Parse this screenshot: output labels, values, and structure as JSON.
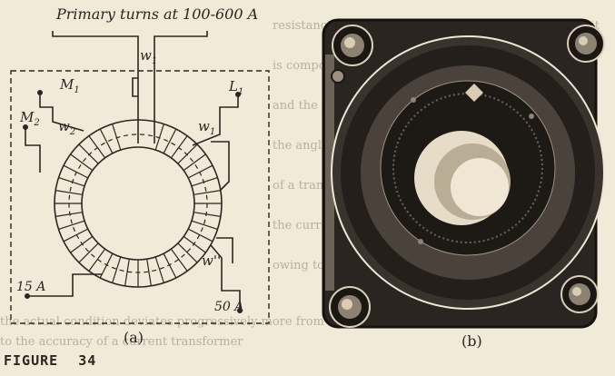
{
  "figure": {
    "label": "FIGURE",
    "number": "34"
  },
  "diagram_a": {
    "title": "Primary turns at 100-600 A",
    "caption": "(a)",
    "labels": {
      "w1_top": "w",
      "w1_top_sub": "1",
      "m1": "M",
      "m1_sub": "1",
      "l1": "L",
      "l1_sub": "1",
      "m2": "M",
      "m2_sub": "2",
      "w2": "w",
      "w2_sub": "2",
      "w1_right": "w",
      "w1_right_sub": "1",
      "w_double": "w''",
      "tap_15a": "15 A",
      "tap_50a": "50 A"
    }
  },
  "photo_b": {
    "caption": "(b)"
  }
}
